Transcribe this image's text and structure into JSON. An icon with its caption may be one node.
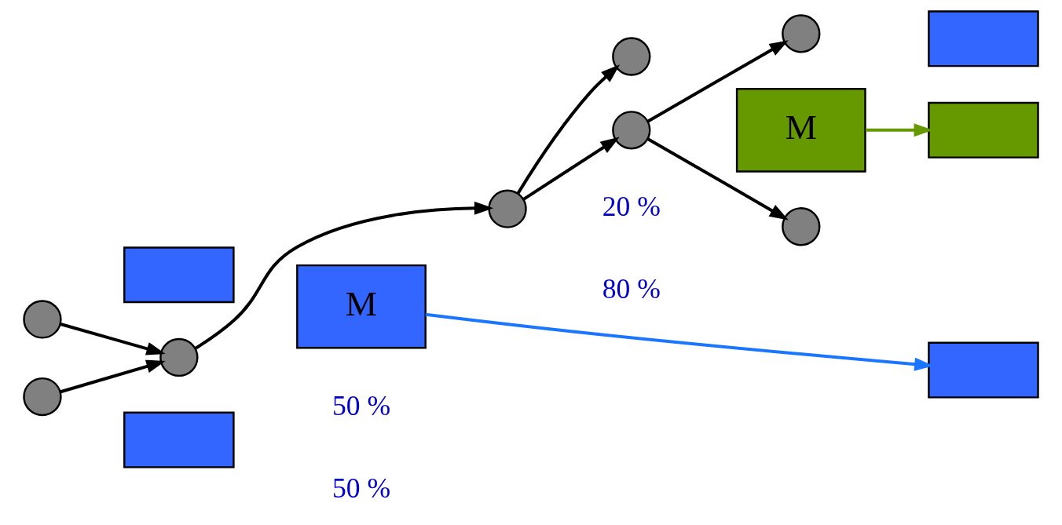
{
  "diagram": {
    "nodes": [
      {
        "text": [],
        "shape": "circle"
      },
      {
        "text": [],
        "shape": "box"
      },
      {
        "text": [],
        "shape": "circle"
      },
      {
        "text": [],
        "shape": "box"
      },
      {
        "text": [],
        "shape": "circle"
      },
      {
        "text": [
          "M"
        ]
      },
      {
        "text": [],
        "shape": "circle"
      },
      {
        "text": [],
        "shape": "box"
      },
      {
        "text": [],
        "shape": "circle"
      },
      {
        "text": [],
        "shape": "box"
      },
      {
        "text": [],
        "shape": "box"
      },
      {
        "text": [],
        "shape": "circle"
      },
      {
        "text": [],
        "shape": "circle"
      },
      {
        "text": [
          "M"
        ]
      },
      {
        "text": [],
        "shape": "circle"
      }
    ],
    "edges": [
      {
        "from": 0,
        "to": 4,
        "arrow": "to"
      },
      {
        "from": 2,
        "to": 4,
        "arrow": "to"
      },
      {
        "from": 4,
        "to": 8,
        "arrow": "to"
      },
      {
        "from": 8,
        "to": 6,
        "arrow": "to"
      },
      {
        "from": 8,
        "to": 11,
        "arrow": "to"
      },
      {
        "from": 11,
        "to": 12,
        "arrow": "to"
      },
      {
        "from": 11,
        "to": 14,
        "arrow": "to"
      },
      {
        "from": 5,
        "to": 9,
        "arrow": "to",
        "color": "#1a75ff"
      },
      {
        "from": 13,
        "to": 10,
        "arrow": "to",
        "color": "#669900"
      }
    ],
    "labels": [
      "50 %",
      "50 %",
      "20 %",
      "80 %"
    ]
  }
}
